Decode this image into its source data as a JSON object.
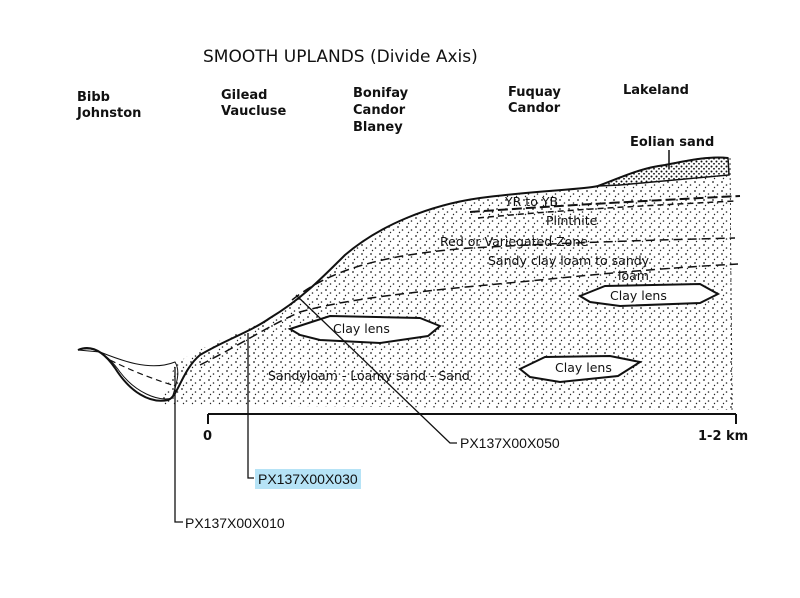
{
  "title": "SMOOTH UPLANDS (Divide Axis)",
  "soil_series": [
    [
      "Bibb",
      "Johnston"
    ],
    [
      "Gilead",
      "Vaucluse"
    ],
    [
      "Bonifay",
      "Candor",
      "Blaney"
    ],
    [
      "Fuquay",
      "Candor"
    ],
    [
      "Lakeland"
    ]
  ],
  "layers": {
    "eolian": "Eolian sand",
    "yr_yb": "YR to YB",
    "plinthite": "Plinthite",
    "red_zone": "Red or Variegated Zone",
    "sandy_clay_1": "Sandy clay loam to sandy",
    "sandy_clay_2": "loam",
    "clay_lens": "Clay lens",
    "sandyloam": "Sandyloam - Loamy sand - Sand"
  },
  "scale": {
    "start": "0",
    "end": "1-2 km"
  },
  "callouts": {
    "p010": "PX137X00X010",
    "p030": "PX137X00X030",
    "p050": "PX137X00X050"
  },
  "colors": {
    "highlight": "#b6e3f6"
  }
}
